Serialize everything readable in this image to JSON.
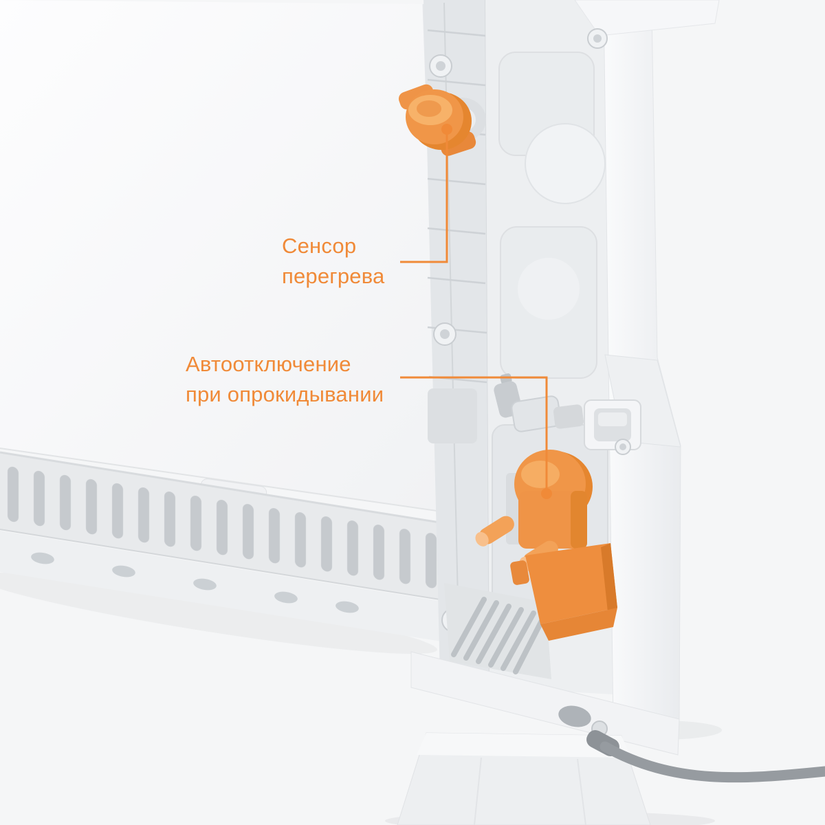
{
  "scene": {
    "background": "#f5f6f7",
    "accent": "#f08a38",
    "highlight_part_color": "#ef9447"
  },
  "callouts": [
    {
      "id": "overheat-sensor",
      "lines": [
        "Сенсор",
        "перегрева"
      ]
    },
    {
      "id": "tilt-auto-shutoff",
      "lines": [
        "Автоотключение",
        "при опрокидывании"
      ]
    }
  ]
}
